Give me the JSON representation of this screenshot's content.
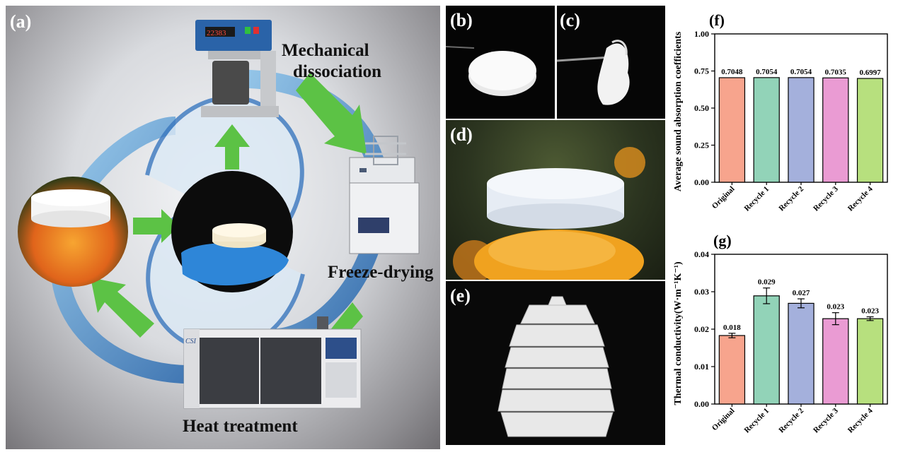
{
  "panels": {
    "a": {
      "label": "(a)",
      "steps": {
        "mechanical": [
          "Mechanical",
          "dissociation"
        ],
        "freeze": "Freeze-drying",
        "heat": "Heat treatment"
      },
      "device_display": "22383",
      "oven_brand": "CSI"
    },
    "b": {
      "label": "(b)"
    },
    "c": {
      "label": "(c)"
    },
    "d": {
      "label": "(d)"
    },
    "e": {
      "label": "(e)"
    }
  },
  "chart_data": [
    {
      "id": "f",
      "panel_label": "(f)",
      "type": "bar",
      "categories": [
        "Original",
        "Recycle 1",
        "Recycle 2",
        "Recycle 3",
        "Recycle 4"
      ],
      "values": [
        0.7048,
        0.7054,
        0.7054,
        0.7035,
        0.6997
      ],
      "data_labels": [
        "0.7048",
        "0.7054",
        "0.7054",
        "0.7035",
        "0.6997"
      ],
      "ylabel": "Average sound absorption coefficients",
      "xlabel": "",
      "ylim": [
        0,
        1.0
      ],
      "yticks": [
        "0.00",
        "0.25",
        "0.50",
        "0.75",
        "1.00"
      ],
      "colors": [
        "#f7a48d",
        "#92d3b8",
        "#a4b0dc",
        "#ea9bd3",
        "#b7e07e"
      ]
    },
    {
      "id": "g",
      "panel_label": "(g)",
      "type": "bar",
      "categories": [
        "Original",
        "Recycle 1",
        "Recycle 2",
        "Recycle 3",
        "Recycle 4"
      ],
      "values": [
        0.0183,
        0.0289,
        0.0269,
        0.0228,
        0.0228
      ],
      "errors": [
        0.0006,
        0.0021,
        0.0012,
        0.0016,
        0.0005
      ],
      "data_labels": [
        "0.018",
        "0.029",
        "0.027",
        "0.023",
        "0.023"
      ],
      "ylabel": "Thermal conductivity(W·m⁻¹K⁻¹)",
      "xlabel": "",
      "ylim": [
        0,
        0.04
      ],
      "yticks": [
        "0.00",
        "0.01",
        "0.02",
        "0.03",
        "0.04"
      ],
      "colors": [
        "#f7a48d",
        "#92d3b8",
        "#a4b0dc",
        "#ea9bd3",
        "#b7e07e"
      ]
    }
  ]
}
